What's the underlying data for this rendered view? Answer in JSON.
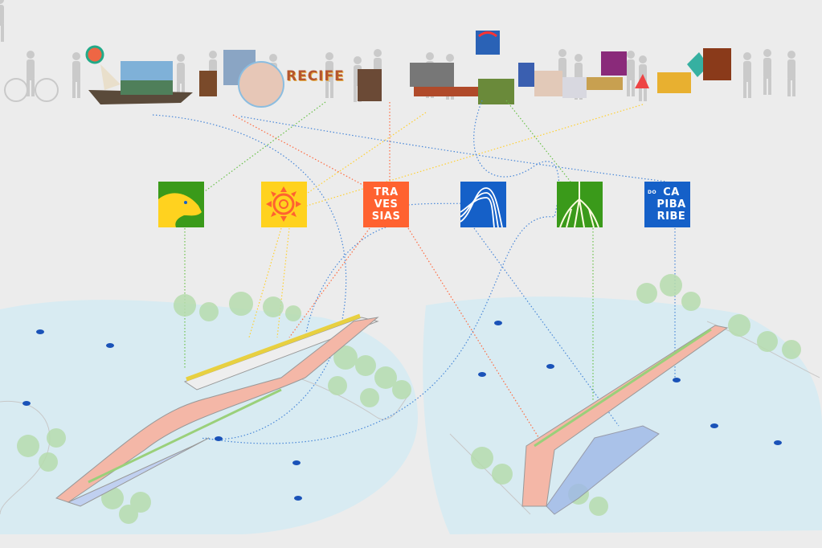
{
  "collage": {
    "city_label": "RECIFE"
  },
  "icons": [
    {
      "name": "capybara",
      "color": "#3a9a1a"
    },
    {
      "name": "sun",
      "color": "#ffd21f"
    },
    {
      "name": "travessias",
      "color": "#ff6230",
      "lines": [
        "TRA",
        "VES",
        "SIAS"
      ]
    },
    {
      "name": "waves",
      "color": "#1560c8"
    },
    {
      "name": "roots",
      "color": "#3a9a1a"
    },
    {
      "name": "do-capibaribe",
      "color": "#1560c8",
      "prefix": "DO",
      "lines": [
        "CA",
        "PIBA",
        "RIBE"
      ]
    }
  ],
  "colors": {
    "background": "#ececec",
    "water": "#d6eaf2",
    "bridge": "#f4b7a7",
    "tree": "#b9ddb0",
    "fish": "#1a52b8"
  }
}
